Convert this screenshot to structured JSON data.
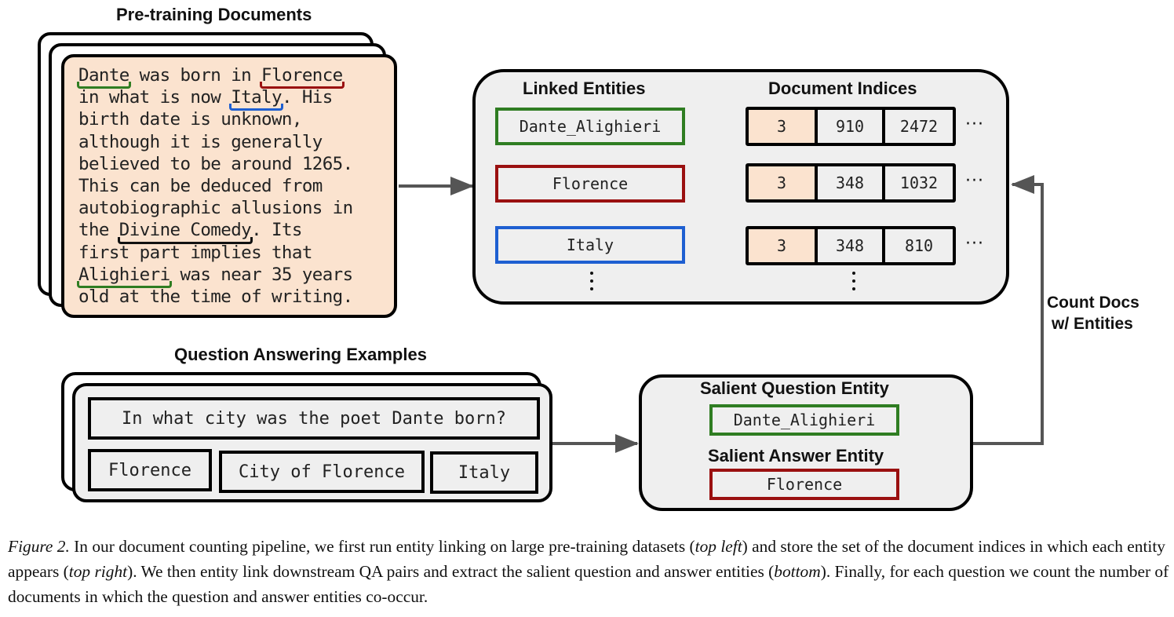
{
  "pretraining": {
    "title": "Pre-training Documents",
    "doc_text": {
      "e1": "Dante",
      "t1": " was born in ",
      "e2": "Florence",
      "t2": "\nin what is now ",
      "e3": "Italy",
      "t3": ". His\nbirth date is unknown,\nalthough it is generally\nbelieved to be around 1265.\nThis can be deduced from\nautobiographic allusions in\nthe ",
      "e4": "Divine Comedy",
      "t4": ". Its\nfirst part implies that\n",
      "e5": "Alighieri",
      "t5": " was near 35 years\nold at the time of writing."
    }
  },
  "index_panel": {
    "linked_entities_title": "Linked Entities",
    "document_indices_title": "Document Indices",
    "rows": [
      {
        "entity": "Dante_Alighieri",
        "color": "#2f7d22",
        "indices": [
          "3",
          "910",
          "2472"
        ]
      },
      {
        "entity": "Florence",
        "color": "#9a1010",
        "indices": [
          "3",
          "348",
          "1032"
        ]
      },
      {
        "entity": "Italy",
        "color": "#1e5fd1",
        "indices": [
          "3",
          "348",
          "810"
        ]
      }
    ],
    "ellipsis": "···"
  },
  "qa": {
    "title": "Question Answering Examples",
    "question": "In what city was the poet Dante born?",
    "answers": [
      "Florence",
      "City of Florence",
      "Italy"
    ]
  },
  "salient": {
    "question_title": "Salient Question Entity",
    "question_entity": "Dante_Alighieri",
    "answer_title": "Salient Answer Entity",
    "answer_entity": "Florence"
  },
  "count_label_line1": "Count Docs",
  "count_label_line2": "w/ Entities",
  "caption": {
    "label": "Figure 2.",
    "p1": " In our document counting pipeline, we first run entity linking on large pre-training datasets (",
    "i1": "top left",
    "p2": ") and store the set of the document indices in which each entity appears (",
    "i2": "top right",
    "p3": "). We then entity link downstream QA pairs and extract the salient question and answer entities (",
    "i3": "bottom",
    "p4": "). Finally, for each question we count the number of documents in which the question and answer entities co-occur."
  },
  "colors": {
    "doc_fill": "#fbe3cf",
    "panel_fill": "#efefef",
    "green": "#2f7d22",
    "red": "#9a1010",
    "blue": "#1e5fd1",
    "arrow": "#555555"
  }
}
